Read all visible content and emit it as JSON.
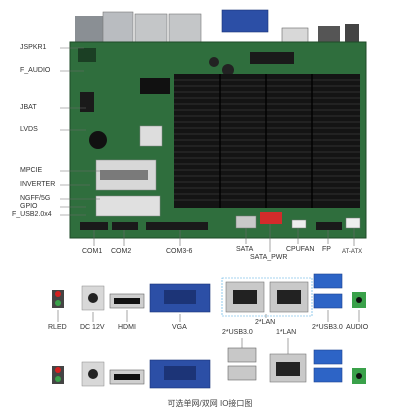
{
  "board_labels_left": [
    "JSPKR1",
    "F_AUDIO",
    "JBAT",
    "LVDS",
    "MPCIE",
    "INVERTER",
    "NGFF/5G",
    "GPIO",
    "F_USB2.0x4"
  ],
  "board_labels_bottom": [
    "COM1",
    "COM2",
    "COM3-6",
    "SATA",
    "SATA_PWR",
    "CPUFAN",
    "FP",
    "AT-ATX"
  ],
  "io_top_labels": {
    "rled": "RLED",
    "dc": "DC 12V",
    "hdmi": "HDMI",
    "vga": "VGA",
    "lan2": "2*LAN",
    "usb_right": "2*USB3.0",
    "audio": "AUDIO"
  },
  "io_bottom_labels": {
    "usb_left": "2*USB3.0",
    "lan1": "1*LAN"
  },
  "caption": "可选单网/双网 IO接口图",
  "colors": {
    "pcb": "#2f6e3d",
    "heatsink": "#141414",
    "vga_blue": "#2c4fa6",
    "usb3_blue": "#2d64c6",
    "callout_line": "#6a6a6a",
    "red_led": "#d42020",
    "green_jack": "#3aa14a"
  }
}
